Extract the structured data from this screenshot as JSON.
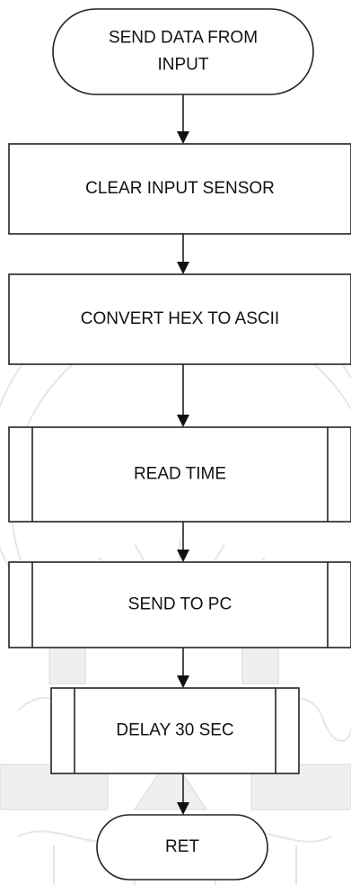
{
  "flowchart": {
    "nodes": [
      {
        "id": "start",
        "shape": "terminator",
        "lines": [
          "SEND DATA FROM",
          "INPUT"
        ]
      },
      {
        "id": "clear",
        "shape": "process",
        "lines": [
          "CLEAR INPUT SENSOR"
        ]
      },
      {
        "id": "convert",
        "shape": "process",
        "lines": [
          "CONVERT HEX TO ASCII"
        ]
      },
      {
        "id": "read_time",
        "shape": "subroutine",
        "lines": [
          "READ TIME"
        ]
      },
      {
        "id": "send_pc",
        "shape": "subroutine",
        "lines": [
          "SEND TO PC"
        ]
      },
      {
        "id": "delay",
        "shape": "subroutine",
        "lines": [
          "DELAY 30 SEC"
        ]
      },
      {
        "id": "ret",
        "shape": "terminator",
        "lines": [
          "RET"
        ]
      }
    ],
    "edges": [
      {
        "from": "start",
        "to": "clear"
      },
      {
        "from": "clear",
        "to": "convert"
      },
      {
        "from": "convert",
        "to": "read_time"
      },
      {
        "from": "read_time",
        "to": "send_pc"
      },
      {
        "from": "send_pc",
        "to": "delay"
      },
      {
        "from": "delay",
        "to": "ret"
      }
    ]
  },
  "watermark": {
    "kind": "university-seal",
    "color": "#e6e6e6"
  }
}
